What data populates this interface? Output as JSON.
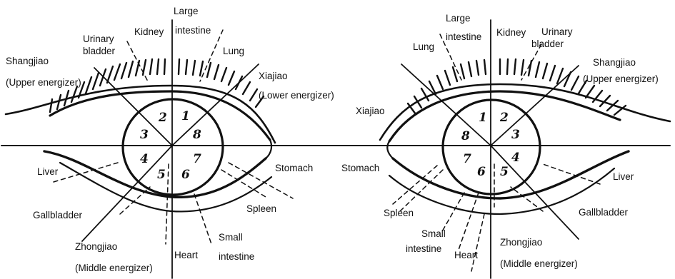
{
  "left_eye": {
    "labels": {
      "large_intestine_1": "Large",
      "large_intestine_2": "intestine",
      "kidney": "Kidney",
      "urinary_bladder_1": "Urinary",
      "urinary_bladder_2": "bladder",
      "shangjiao_1": "Shangjiao",
      "shangjiao_2": "(Upper energizer)",
      "lung": "Lung",
      "xiajiao_1": "Xiajiao",
      "xiajiao_2": "(Lower energizer)",
      "stomach": "Stomach",
      "liver": "Liver",
      "spleen": "Spleen",
      "gallbladder": "Gallbladder",
      "small_intestine_1": "Small",
      "small_intestine_2": "intestine",
      "zhongjiao_1": "Zhongjiao",
      "zhongjiao_2": "(Middle energizer)",
      "heart": "Heart"
    },
    "sectors": [
      "2",
      "1",
      "3",
      "8",
      "4",
      "7",
      "5",
      "6"
    ]
  },
  "right_eye": {
    "labels": {
      "large_intestine_1": "Large",
      "large_intestine_2": "intestine",
      "kidney": "Kidney",
      "urinary_bladder_1": "Urinary",
      "urinary_bladder_2": "bladder",
      "lung": "Lung",
      "shangjiao_1": "Shangjiao",
      "shangjiao_2": "(Upper energizer)",
      "xiajiao": "Xiajiao",
      "stomach": "Stomach",
      "liver": "Liver",
      "gallbladder": "Gallbladder",
      "spleen": "Spleen",
      "small_intestine_1": "Small",
      "small_intestine_2": "intestine",
      "heart": "Heart",
      "zhongjiao_1": "Zhongjiao",
      "zhongjiao_2": "(Middle energizer)"
    },
    "sectors": [
      "1",
      "2",
      "8",
      "3",
      "7",
      "4",
      "6",
      "5"
    ]
  }
}
